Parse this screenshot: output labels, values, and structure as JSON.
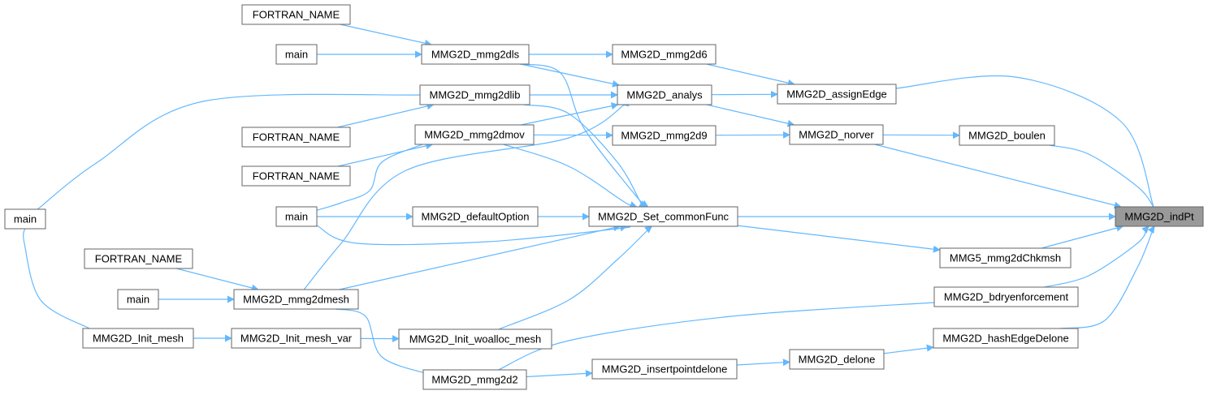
{
  "graph": {
    "colors": {
      "edge": "#63b8ff",
      "node_border": "#666666",
      "node_fill": "#ffffff",
      "highlight_fill": "#999999",
      "text": "#000000"
    },
    "nodes": [
      {
        "id": "n_fortran_1",
        "label": "FORTRAN_NAME"
      },
      {
        "id": "n_main_1",
        "label": "main"
      },
      {
        "id": "n_mmg2dls",
        "label": "MMG2D_mmg2dls"
      },
      {
        "id": "n_mmg2d6",
        "label": "MMG2D_mmg2d6"
      },
      {
        "id": "n_mmg2dlib",
        "label": "MMG2D_mmg2dlib"
      },
      {
        "id": "n_analys",
        "label": "MMG2D_analys"
      },
      {
        "id": "n_assignEdge",
        "label": "MMG2D_assignEdge"
      },
      {
        "id": "n_fortran_2",
        "label": "FORTRAN_NAME"
      },
      {
        "id": "n_mmg2dmov",
        "label": "MMG2D_mmg2dmov"
      },
      {
        "id": "n_mmg2d9",
        "label": "MMG2D_mmg2d9"
      },
      {
        "id": "n_norver",
        "label": "MMG2D_norver"
      },
      {
        "id": "n_boulen",
        "label": "MMG2D_boulen"
      },
      {
        "id": "n_fortran_3",
        "label": "FORTRAN_NAME"
      },
      {
        "id": "n_main_left",
        "label": "main"
      },
      {
        "id": "n_main_2",
        "label": "main"
      },
      {
        "id": "n_defaultOption",
        "label": "MMG2D_defaultOption"
      },
      {
        "id": "n_setCommon",
        "label": "MMG2D_Set_commonFunc"
      },
      {
        "id": "n_indPt",
        "label": "MMG2D_indPt",
        "highlight": true
      },
      {
        "id": "n_fortran_4",
        "label": "FORTRAN_NAME"
      },
      {
        "id": "n_chkmsh",
        "label": "MMG5_mmg2dChkmsh"
      },
      {
        "id": "n_main_3",
        "label": "main"
      },
      {
        "id": "n_mmg2dmesh",
        "label": "MMG2D_mmg2dmesh"
      },
      {
        "id": "n_bdry",
        "label": "MMG2D_bdryenforcement"
      },
      {
        "id": "n_initMesh",
        "label": "MMG2D_Init_mesh"
      },
      {
        "id": "n_initMeshVar",
        "label": "MMG2D_Init_mesh_var"
      },
      {
        "id": "n_initWoalloc",
        "label": "MMG2D_Init_woalloc_mesh"
      },
      {
        "id": "n_hashEdge",
        "label": "MMG2D_hashEdgeDelone"
      },
      {
        "id": "n_delone",
        "label": "MMG2D_delone"
      },
      {
        "id": "n_insertpoint",
        "label": "MMG2D_insertpointdelone"
      },
      {
        "id": "n_mmg2d2",
        "label": "MMG2D_mmg2d2"
      }
    ],
    "edges": [
      {
        "from": "n_fortran_1",
        "to": "n_mmg2dls"
      },
      {
        "from": "n_main_1",
        "to": "n_mmg2dls"
      },
      {
        "from": "n_mmg2dls",
        "to": "n_mmg2d6"
      },
      {
        "from": "n_mmg2dls",
        "to": "n_analys"
      },
      {
        "from": "n_mmg2dls",
        "to": "n_setCommon"
      },
      {
        "from": "n_main_left",
        "to": "n_mmg2dlib"
      },
      {
        "from": "n_fortran_2",
        "to": "n_mmg2dlib"
      },
      {
        "from": "n_mmg2dlib",
        "to": "n_analys"
      },
      {
        "from": "n_mmg2dlib",
        "to": "n_setCommon"
      },
      {
        "from": "n_fortran_3",
        "to": "n_mmg2dmov"
      },
      {
        "from": "n_main_2",
        "to": "n_mmg2dmov"
      },
      {
        "from": "n_mmg2dmov",
        "to": "n_analys"
      },
      {
        "from": "n_mmg2dmov",
        "to": "n_mmg2d9"
      },
      {
        "from": "n_mmg2dmov",
        "to": "n_setCommon"
      },
      {
        "from": "n_main_2",
        "to": "n_defaultOption"
      },
      {
        "from": "n_main_2",
        "to": "n_setCommon"
      },
      {
        "from": "n_defaultOption",
        "to": "n_setCommon"
      },
      {
        "from": "n_mmg2d6",
        "to": "n_assignEdge"
      },
      {
        "from": "n_analys",
        "to": "n_assignEdge"
      },
      {
        "from": "n_analys",
        "to": "n_norver"
      },
      {
        "from": "n_mmg2d9",
        "to": "n_norver"
      },
      {
        "from": "n_norver",
        "to": "n_boulen"
      },
      {
        "from": "n_norver",
        "to": "n_indPt"
      },
      {
        "from": "n_assignEdge",
        "to": "n_indPt"
      },
      {
        "from": "n_boulen",
        "to": "n_indPt"
      },
      {
        "from": "n_setCommon",
        "to": "n_indPt"
      },
      {
        "from": "n_setCommon",
        "to": "n_chkmsh"
      },
      {
        "from": "n_chkmsh",
        "to": "n_indPt"
      },
      {
        "from": "n_bdry",
        "to": "n_indPt"
      },
      {
        "from": "n_hashEdge",
        "to": "n_indPt"
      },
      {
        "from": "n_fortran_4",
        "to": "n_mmg2dmesh"
      },
      {
        "from": "n_main_3",
        "to": "n_mmg2dmesh"
      },
      {
        "from": "n_mmg2dmesh",
        "to": "n_setCommon"
      },
      {
        "from": "n_mmg2dmesh",
        "to": "n_analys"
      },
      {
        "from": "n_mmg2dmesh",
        "to": "n_mmg2d2"
      },
      {
        "from": "n_main_left",
        "to": "n_initMesh"
      },
      {
        "from": "n_initMesh",
        "to": "n_initMeshVar"
      },
      {
        "from": "n_initMeshVar",
        "to": "n_initWoalloc"
      },
      {
        "from": "n_initWoalloc",
        "to": "n_setCommon"
      },
      {
        "from": "n_mmg2d2",
        "to": "n_bdry"
      },
      {
        "from": "n_mmg2d2",
        "to": "n_insertpoint"
      },
      {
        "from": "n_insertpoint",
        "to": "n_delone"
      },
      {
        "from": "n_delone",
        "to": "n_hashEdge"
      }
    ]
  }
}
